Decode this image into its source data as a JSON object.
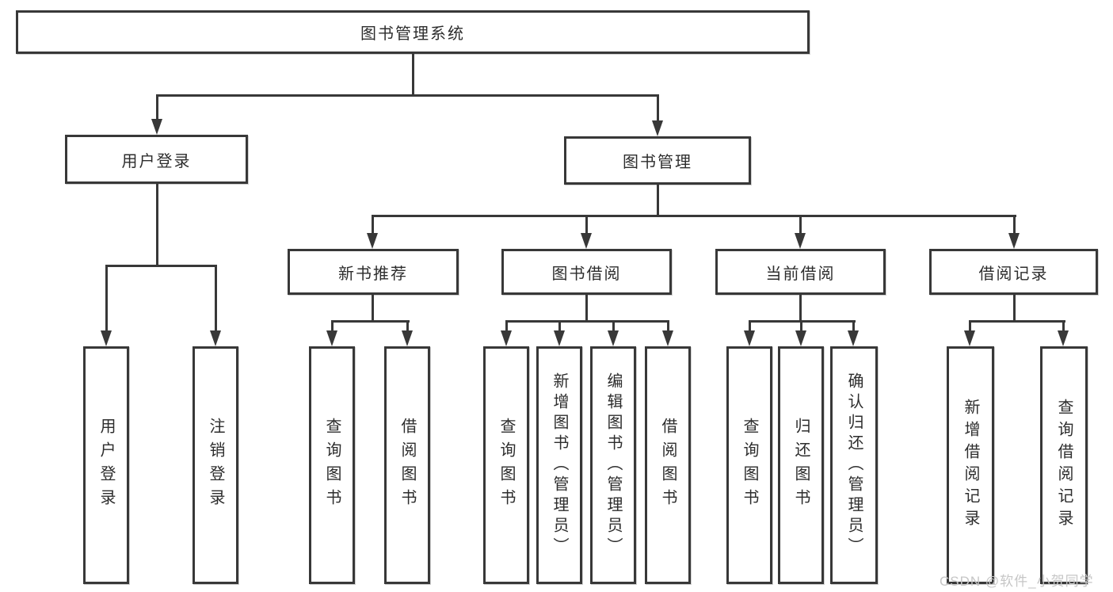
{
  "diagram": {
    "title": "图书管理系统",
    "watermark": "CSDN @软件_小贺同学",
    "colors": {
      "line": "#383838",
      "text": "#2d2d2d",
      "watermark": "#c6c6c6",
      "background": "#ffffff"
    },
    "nodes": {
      "root": {
        "label": "图书管理系统"
      },
      "user_login": {
        "label": "用户登录"
      },
      "book_mgmt": {
        "label": "图书管理"
      },
      "new_book_rec": {
        "label": "新书推荐"
      },
      "book_borrow": {
        "label": "图书借阅"
      },
      "current_borrow": {
        "label": "当前借阅"
      },
      "borrow_records": {
        "label": "借阅记录"
      },
      "leaf_user_login": {
        "label": "用户登录"
      },
      "leaf_logout": {
        "label": "注销登录"
      },
      "leaf_query_book_1": {
        "label": "查询图书"
      },
      "leaf_borrow_book_1": {
        "label": "借阅图书"
      },
      "leaf_query_book_2": {
        "label": "查询图书"
      },
      "leaf_add_book": {
        "label": "新增图书（管理员）"
      },
      "leaf_edit_book": {
        "label": "编辑图书（管理员）"
      },
      "leaf_borrow_book_2": {
        "label": "借阅图书"
      },
      "leaf_query_book_3": {
        "label": "查询图书"
      },
      "leaf_return_book": {
        "label": "归还图书"
      },
      "leaf_confirm_return": {
        "label": "确认归还（管理员）"
      },
      "leaf_add_record": {
        "label": "新增借阅记录"
      },
      "leaf_query_record": {
        "label": "查询借阅记录"
      }
    }
  }
}
